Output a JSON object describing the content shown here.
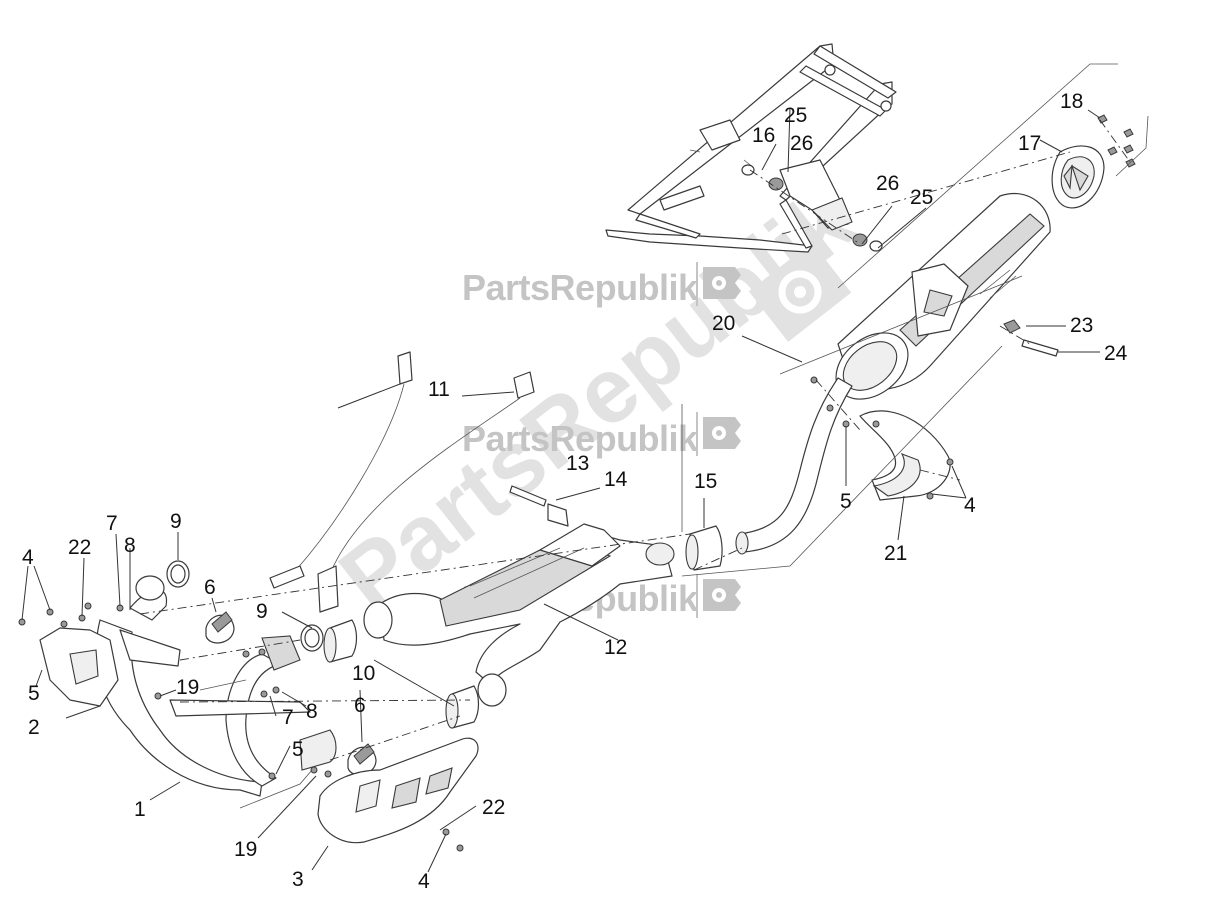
{
  "watermark": {
    "brand": "PartsRepublik",
    "diagonal": "PartsRepublik",
    "brand_color": "#c4c4c4",
    "icon": "gear-flag-icon"
  },
  "callouts": {
    "c1": "1",
    "c2": "2",
    "c3": "3",
    "c4a": "4",
    "c4b": "4",
    "c4c": "4",
    "c5a": "5",
    "c5b": "5",
    "c5c": "5",
    "c6a": "6",
    "c6b": "6",
    "c7a": "7",
    "c7b": "7",
    "c8a": "8",
    "c8b": "8",
    "c9a": "9",
    "c9b": "9",
    "c10": "10",
    "c11": "11",
    "c12": "12",
    "c13": "13",
    "c14": "14",
    "c15": "15",
    "c16": "16",
    "c17": "17",
    "c18": "18",
    "c19a": "19",
    "c19b": "19",
    "c20": "20",
    "c21": "21",
    "c22a": "22",
    "c22b": "22",
    "c23": "23",
    "c24": "24",
    "c25a": "25",
    "c25b": "25",
    "c26a": "26",
    "c26b": "26"
  }
}
